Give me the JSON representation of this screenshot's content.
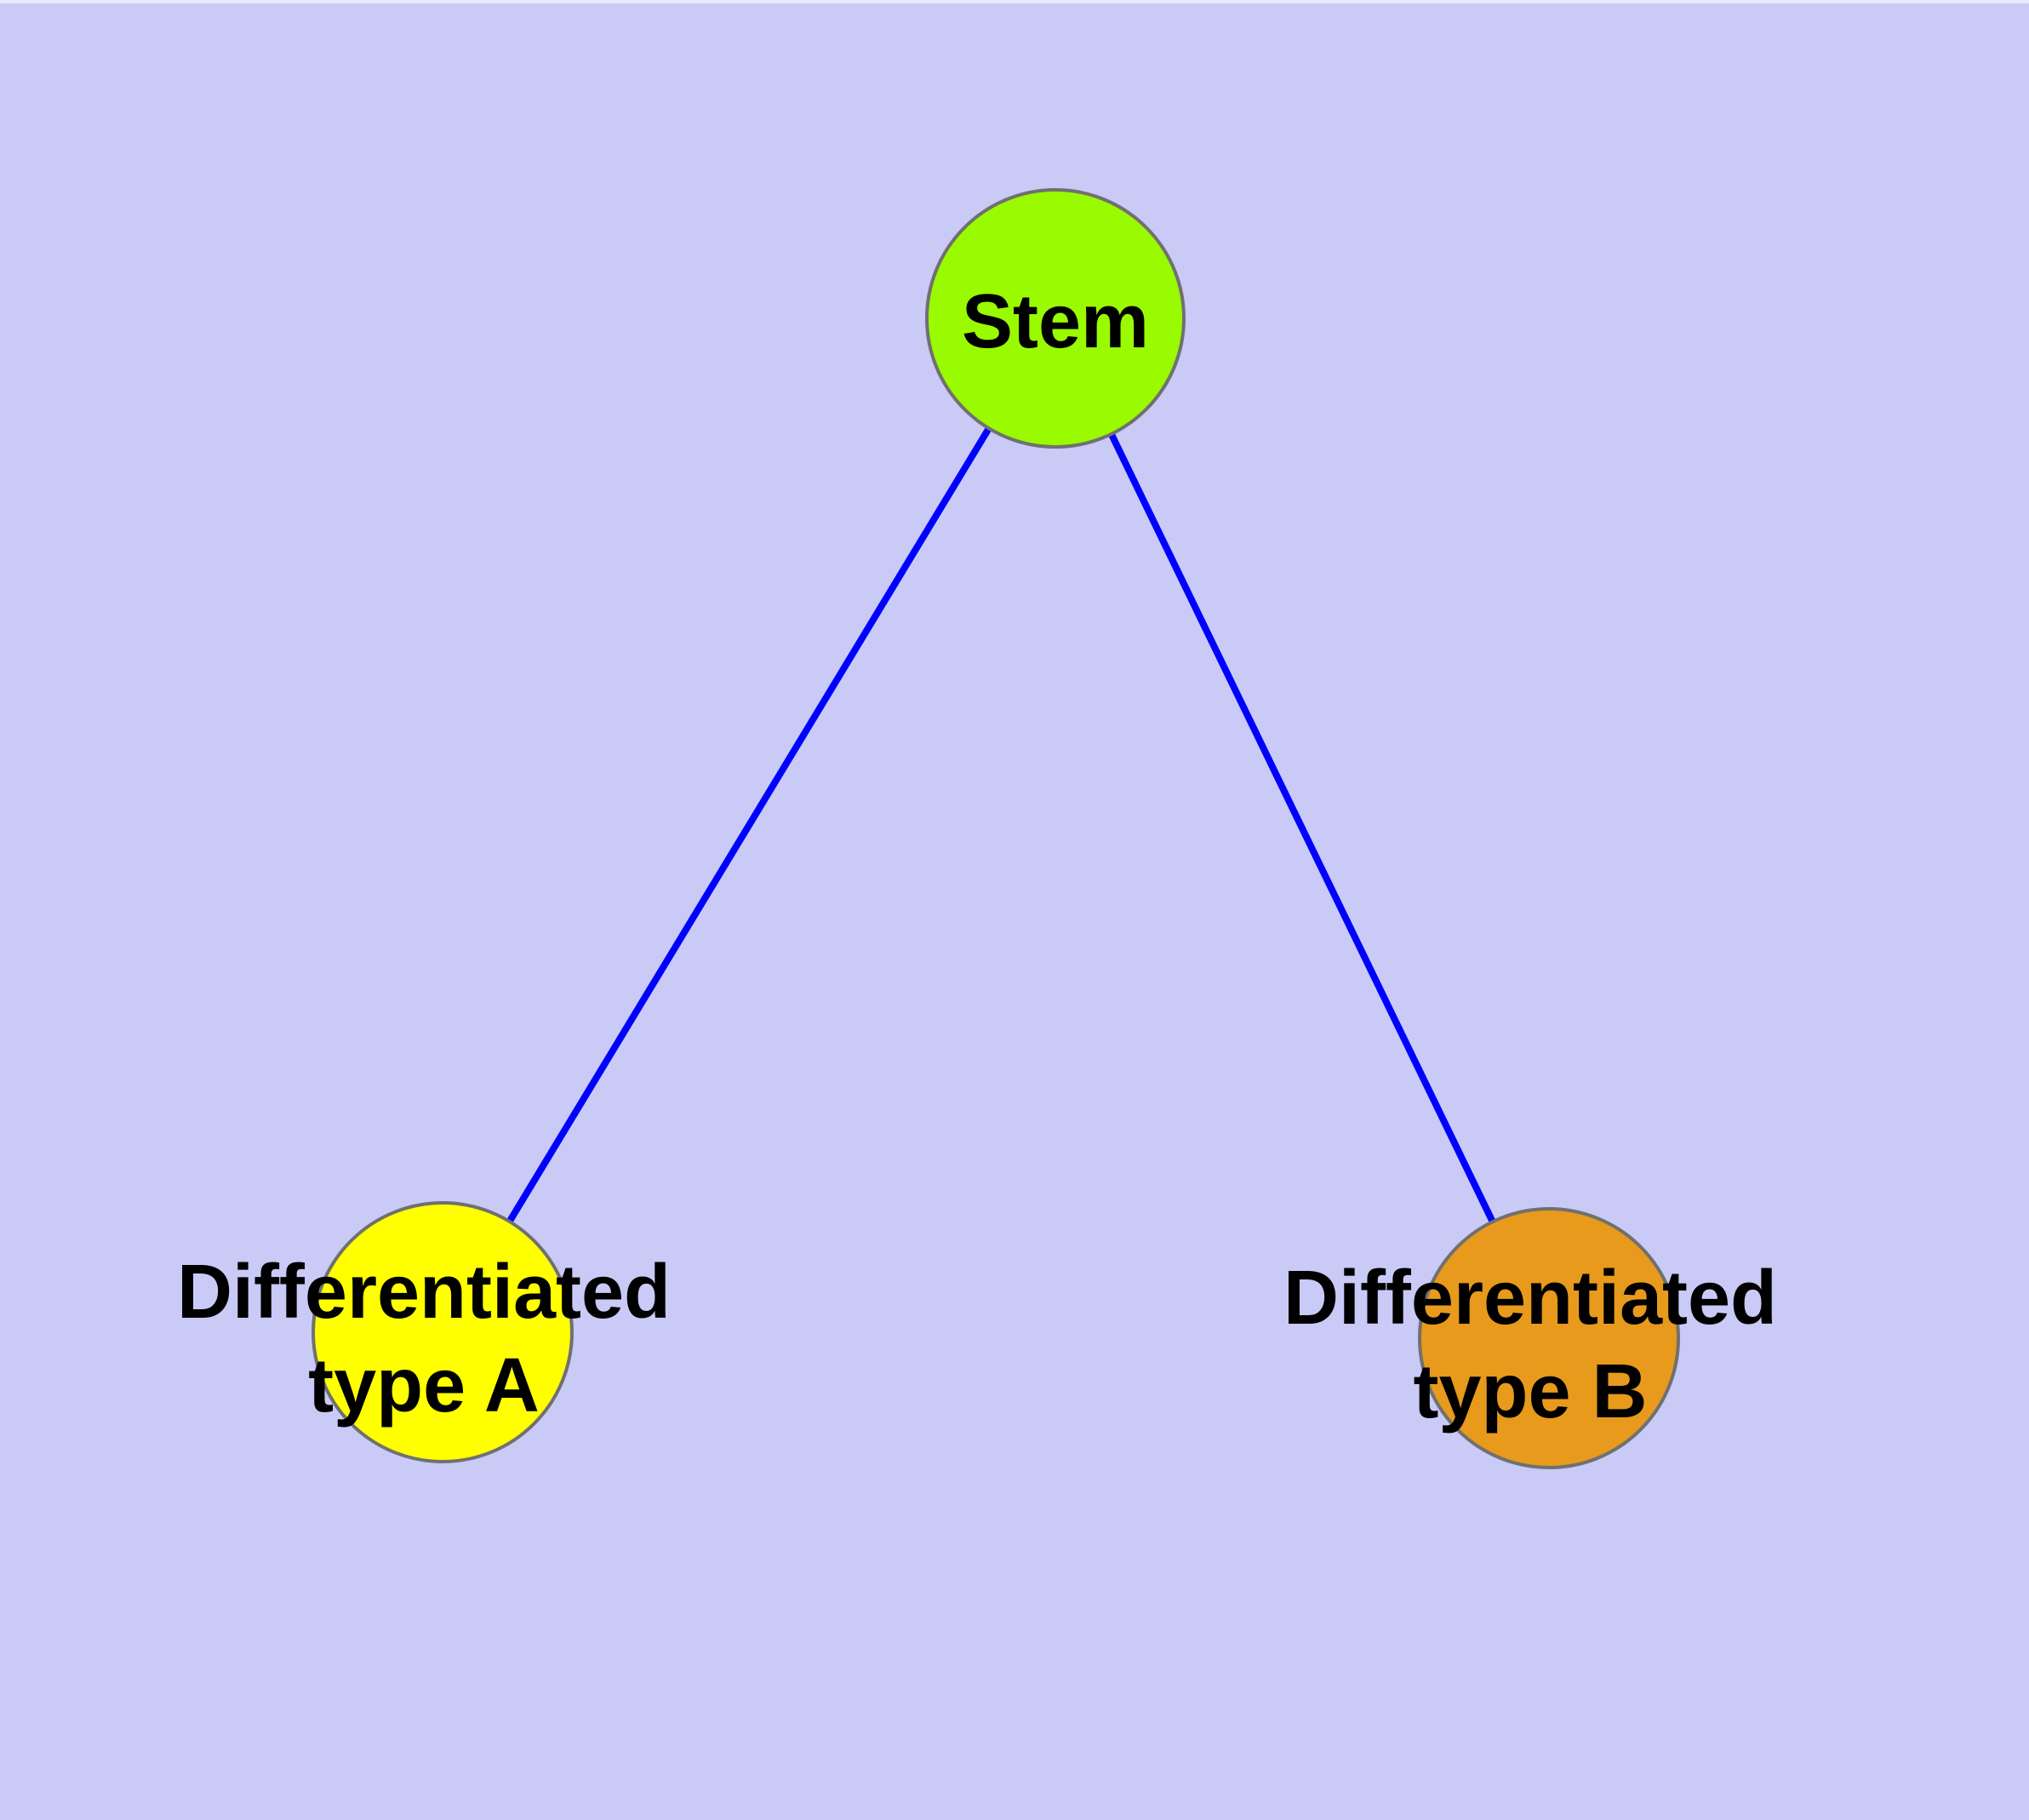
{
  "diagram": {
    "type": "node-link-graph",
    "background_color": "#cacaf7",
    "edge_color": "#0000ff",
    "node_border_color": "#707070",
    "label_color": "#000000",
    "nodes": [
      {
        "id": "stem",
        "label": "Stem",
        "fill": "#9afa00",
        "shape": "circle"
      },
      {
        "id": "differentiated-type-a",
        "label_line1": "Differentiated",
        "label_line2": "type A",
        "fill": "#ffff00",
        "shape": "circle"
      },
      {
        "id": "differentiated-type-b",
        "label_line1": "Differentiated",
        "label_line2": "type B",
        "fill": "#e79a1b",
        "shape": "circle"
      }
    ],
    "edges": [
      {
        "from": "stem",
        "to": "differentiated-type-a"
      },
      {
        "from": "stem",
        "to": "differentiated-type-b"
      }
    ]
  }
}
